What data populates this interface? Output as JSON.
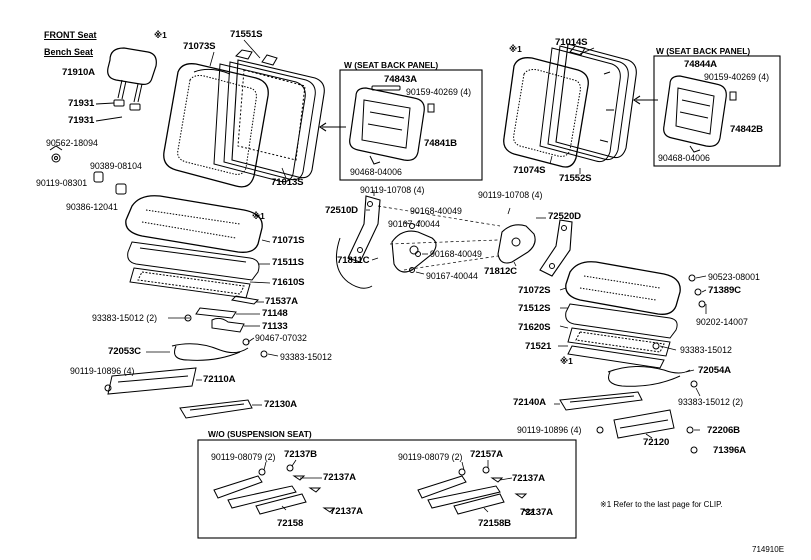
{
  "headers": {
    "front_seat": "FRONT Seat",
    "bench_seat": "Bench Seat"
  },
  "boxes": {
    "w_left": "W (SEAT BACK PANEL)",
    "w_right": "W (SEAT BACK PANEL)",
    "wo_suspension": "W/O (SUSPENSION SEAT)"
  },
  "footnote": "※1  Refer to the last page for CLIP.",
  "figure_code": "714910E",
  "clip_mark": "※1",
  "parts": {
    "p71551S": "71551S",
    "p71073S": "71073S",
    "p71910A": "71910A",
    "p71931a": "71931",
    "p71931b": "71931",
    "p90562_18094": "90562-18094",
    "p90389_08104": "90389-08104",
    "p90119_08301": "90119-08301",
    "p90386_12041": "90386-12041",
    "p71013S": "71013S",
    "p74843A": "74843A",
    "p90159_40269_4a": "90159-40269 (4)",
    "p74841B": "74841B",
    "p90468_04006a": "90468-04006",
    "p71014S": "71014S",
    "p74844A": "74844A",
    "p90159_40269_4b": "90159-40269 (4)",
    "p74842B": "74842B",
    "p90468_04006b": "90468-04006",
    "p71074S": "71074S",
    "p71552S": "71552S",
    "p71071S": "71071S",
    "p71511S": "71511S",
    "p71610S": "71610S",
    "p71537A": "71537A",
    "p71148": "71148",
    "p71133": "71133",
    "p93383_15012_2a": "93383-15012 (2)",
    "p90467_07032": "90467-07032",
    "p72053C": "72053C",
    "p93383_15012a": "93383-15012",
    "p90119_10896_4a": "90119-10896 (4)",
    "p72110A": "72110A",
    "p72130A": "72130A",
    "p90119_10708_4a": "90119-10708 (4)",
    "p72510D": "72510D",
    "p90168_40049a": "90168-40049",
    "p90167_40044a": "90167-40044",
    "p90168_40049b": "90168-40049",
    "p71811C": "71811C",
    "p90167_40044b": "90167-40044",
    "p90119_10708_4b": "90119-10708 (4)",
    "p72520D": "72520D",
    "p71812C": "71812C",
    "p90523_08001": "90523-08001",
    "p71389C": "71389C",
    "p71072S": "71072S",
    "p71512S": "71512S",
    "p71620S": "71620S",
    "p90202_14007": "90202-14007",
    "p71521": "71521",
    "p93383_15012b": "93383-15012",
    "p72054A": "72054A",
    "p72140A": "72140A",
    "p93383_15012_2b": "93383-15012 (2)",
    "p90119_10896_4b": "90119-10896 (4)",
    "p72120": "72120",
    "p72206B": "72206B",
    "p71396A": "71396A",
    "p90119_08079_2a": "90119-08079 (2)",
    "p72137B": "72137B",
    "p72137A_a": "72137A",
    "p72158": "72158",
    "p72137A_b": "72137A",
    "p90119_08079_2b": "90119-08079 (2)",
    "p72157A": "72157A",
    "p72137A_c": "72137A",
    "p72158B": "72158B",
    "p72137A_d": "72137A"
  }
}
